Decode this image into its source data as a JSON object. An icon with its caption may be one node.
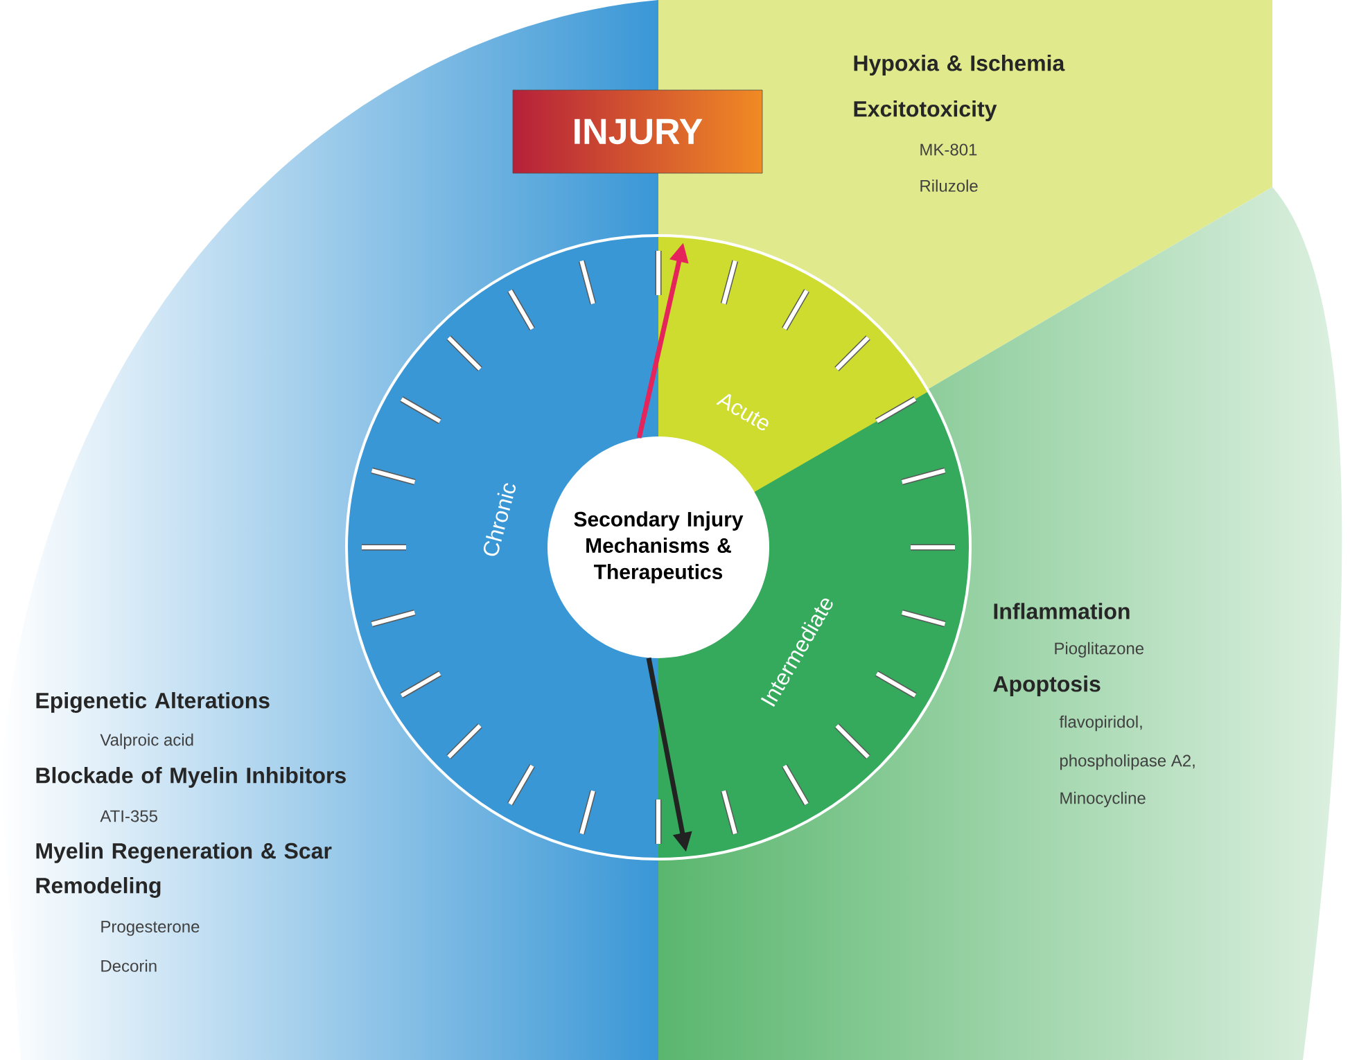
{
  "diagram": {
    "nodes": [
      {
        "text": [
          "INJURY"
        ]
      },
      {
        "text": [
          "Secondary Injury Mechanisms & Therapeutics"
        ]
      }
    ],
    "edges": [
      {
        "from": 1,
        "to": null,
        "arrow": "to",
        "color": "#e5245c"
      },
      {
        "from": 1,
        "to": null,
        "arrow": "to",
        "color": "#222222"
      }
    ],
    "labels": [
      "Hypoxia & Ischemia",
      "Excitotoxicity",
      "MK-801",
      "Riluzole",
      "Acute",
      "Chronic",
      "Intermediate",
      "Inflammation",
      "Pioglitazone",
      "Apoptosis",
      "flavopiridol,",
      "phospholipase A2,",
      "Minocycline",
      "Epigenetic Alterations",
      "Valproic acid",
      "Blockade of Myelin Inhibitors",
      "ATI-355",
      "Myelin Regeneration & Scar Remodeling",
      "Progesterone",
      "Decorin"
    ]
  }
}
